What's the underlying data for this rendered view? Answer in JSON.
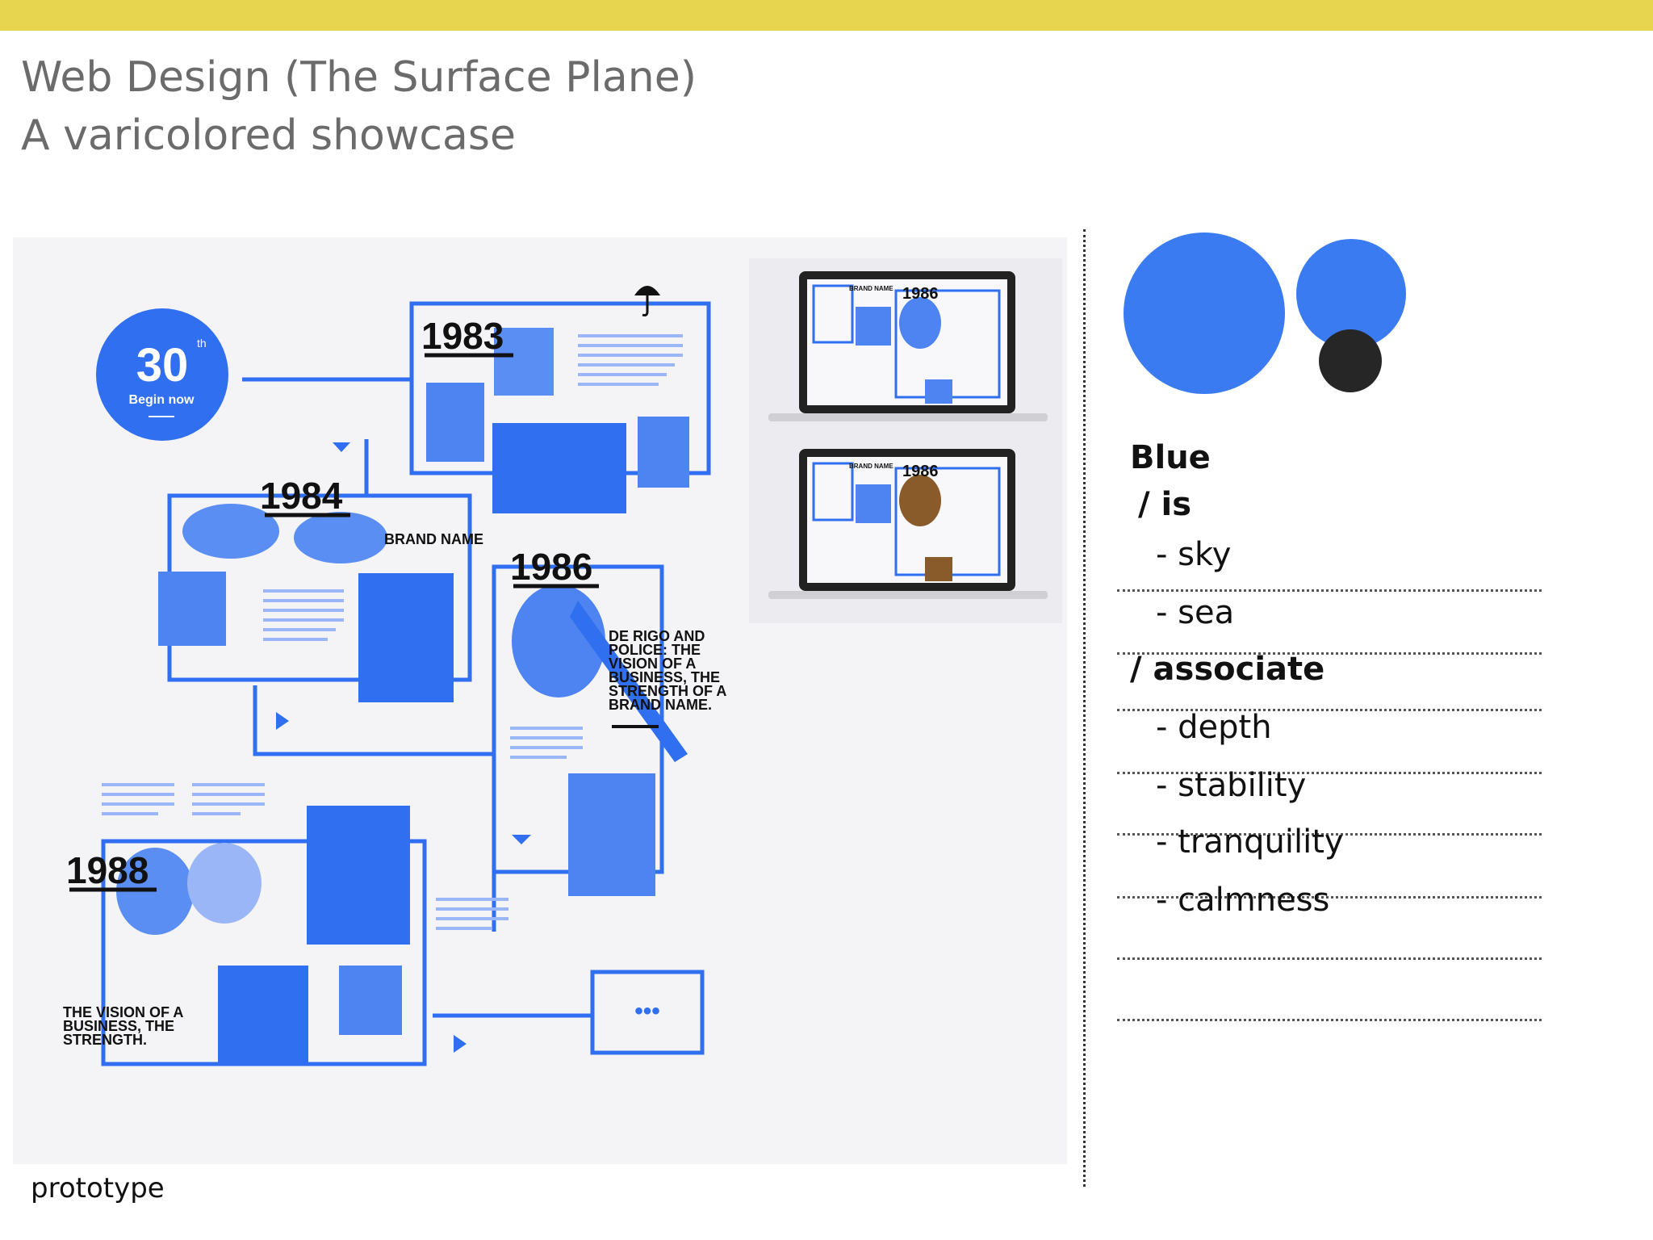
{
  "header": {
    "title_line1": "Web Design (The Surface Plane)",
    "title_line2": "A varicolored showcase"
  },
  "colors": {
    "accent_bar": "#e7d44f",
    "brand_blue": "#3b7bf2",
    "dark_dot": "#262626",
    "title_gray": "#6b6b6b"
  },
  "showcase": {
    "badge_number": "30",
    "badge_sup": "th",
    "badge_sub": "Begin now",
    "years": [
      "1983",
      "1984",
      "1986",
      "1988"
    ],
    "brand_name": "BRAND NAME",
    "tagline_1986": "DE RIGO AND POLICE: THE VISION OF A BUSINESS, THE STRENGTH OF A BRAND NAME.",
    "tagline_1988": "THE VISION OF A BUSINESS, THE STRENGTH.",
    "more_label": "•••",
    "laptop_year": "1986",
    "laptop_brand": "BRAND NAME",
    "caption": "prototype"
  },
  "notes": {
    "heading": "Blue",
    "is_label": "/ is",
    "is_items": [
      "- sky",
      "- sea"
    ],
    "associate_label": "/ associate",
    "associate_items": [
      "- depth",
      "- stability",
      "- tranquility",
      "- calmness"
    ]
  }
}
